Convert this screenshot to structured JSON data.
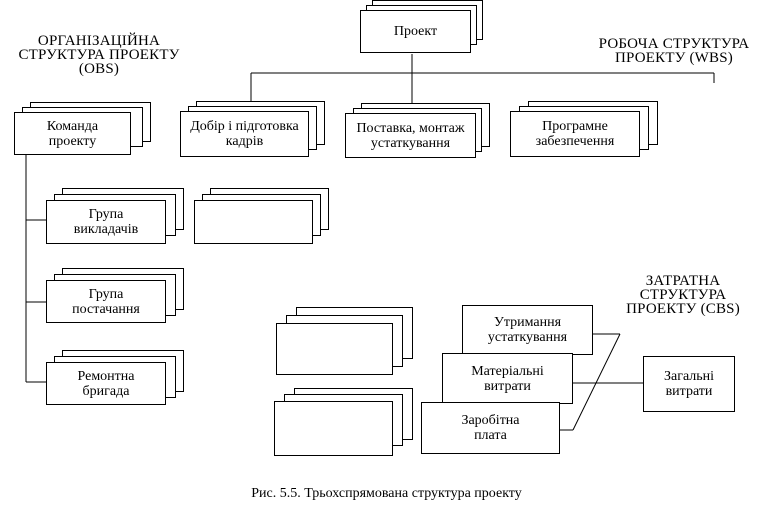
{
  "headings": {
    "obs": "ОРГАНІЗАЦІЙНА\nСТРУКТУРА ПРОЕКТУ\n(OBS)",
    "wbs": "РОБОЧА СТРУКТУРА\nПРОЕКТУ (WBS)",
    "cbs": "ЗАТРАТНА\nСТРУКТУРА\nПРОЕКТУ (CBS)"
  },
  "root": {
    "label": "Проект"
  },
  "wbs_items": [
    {
      "label": "Добір і підготовка\nкадрів"
    },
    {
      "label": "Поставка, монтаж\nустаткування"
    },
    {
      "label": "Програмне\nзабезпечення"
    }
  ],
  "obs_team": {
    "label": "Команда\nпроекту"
  },
  "obs_groups": [
    {
      "label": "Група\nвикладачів"
    },
    {
      "label": "Група\nпостачання"
    },
    {
      "label": "Ремонтна\nбригада"
    }
  ],
  "cbs_items": [
    {
      "label": "Утримання\nустаткування"
    },
    {
      "label": "Матеріальні\nвитрати"
    },
    {
      "label": "Заробітна\nплата"
    }
  ],
  "cbs_total": {
    "label": "Загальні\nвитрати"
  },
  "caption": "Рис. 5.5. Трьохспрямована структура проекту"
}
